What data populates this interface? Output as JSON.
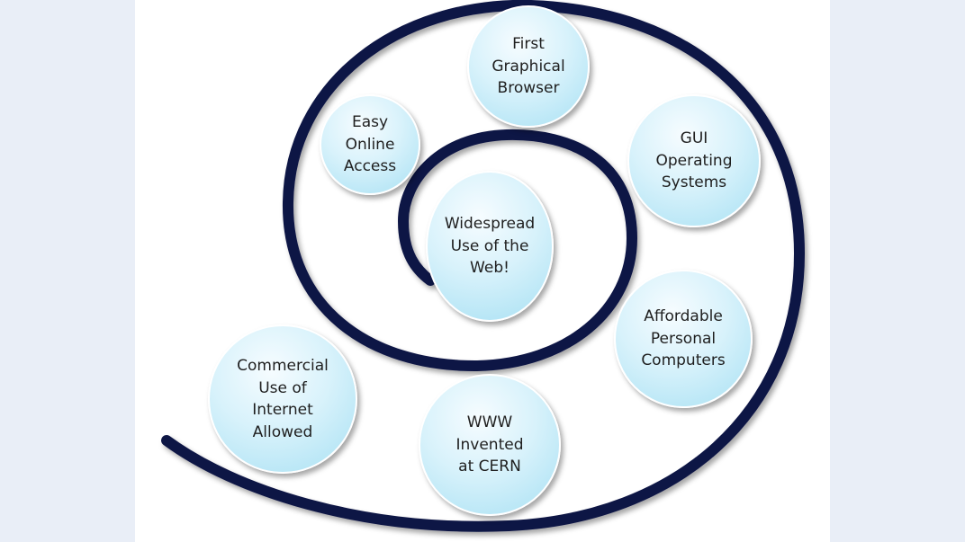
{
  "diagram": {
    "nodes": [
      {
        "id": "first-graphical-browser",
        "label": "First\nGraphical\nBrowser"
      },
      {
        "id": "easy-online-access",
        "label": "Easy\nOnline\nAccess"
      },
      {
        "id": "gui-operating-systems",
        "label": "GUI\nOperating\nSystems"
      },
      {
        "id": "widespread-use",
        "label": "Widespread\nUse of the\nWeb!"
      },
      {
        "id": "affordable-personal-computers",
        "label": "Affordable\nPersonal\nComputers"
      },
      {
        "id": "commercial-use",
        "label": "Commercial\nUse of\nInternet\nAllowed"
      },
      {
        "id": "www-invented",
        "label": "WWW\nInvented\nat CERN"
      }
    ],
    "colors": {
      "spiral": "#0f1445",
      "bubble_fill": "#c9ecf8",
      "background": "#e9eef7",
      "slide": "#ffffff"
    }
  }
}
